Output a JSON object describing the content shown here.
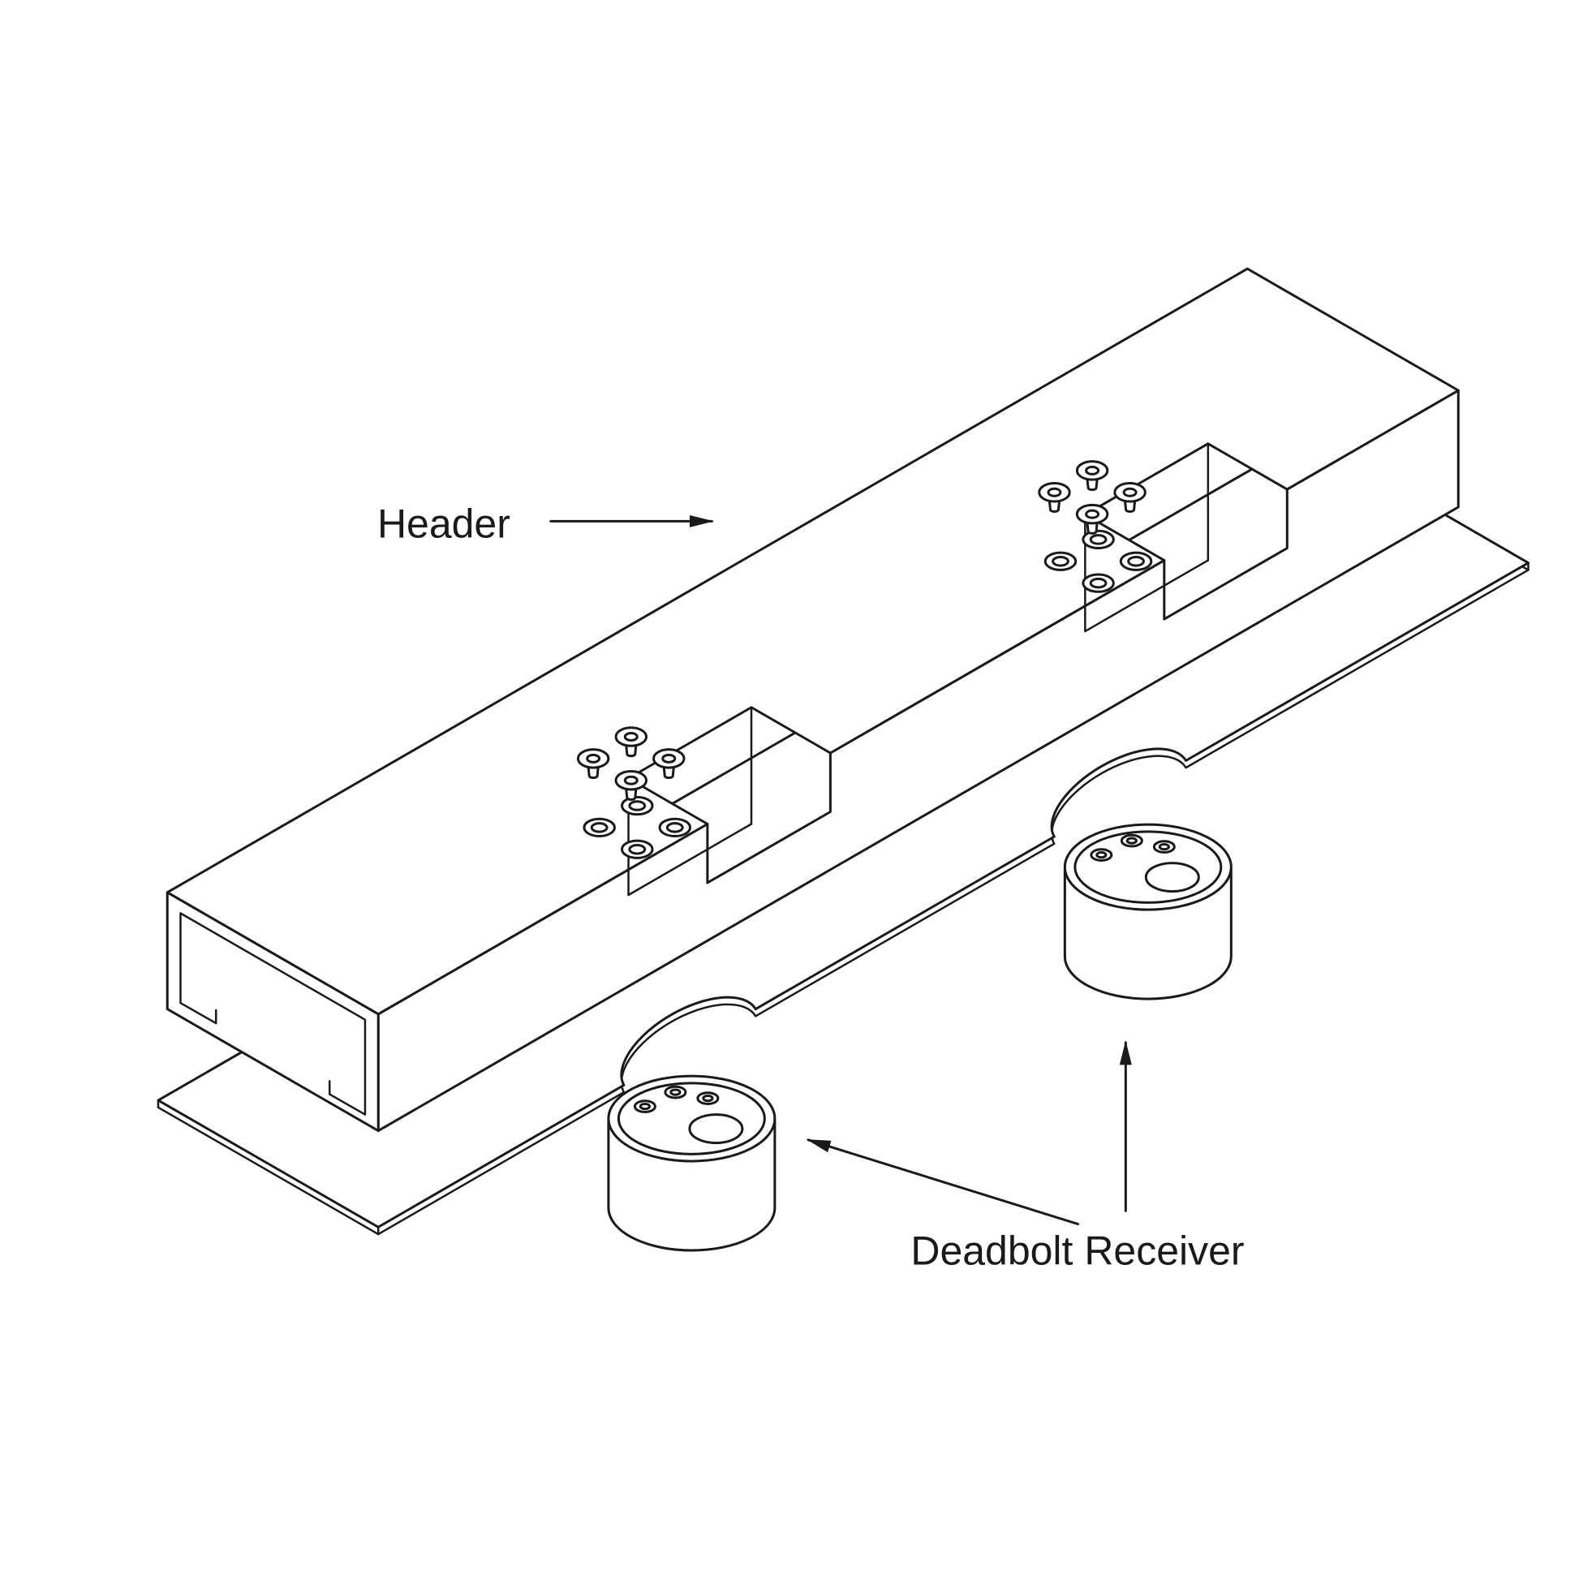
{
  "diagram": {
    "background_color": "#ffffff",
    "line_color": "#1a1a1a",
    "callouts": {
      "header": {
        "label": "Header"
      },
      "deadbolt_receiver": {
        "label": "Deadbolt Receiver"
      }
    },
    "parts": {
      "header_channel": "header-channel",
      "mounting_plate": "mounting-plate",
      "screws_front_group_count": 4,
      "screws_rear_group_count": 4,
      "deadbolt_receivers_count": 2
    }
  }
}
